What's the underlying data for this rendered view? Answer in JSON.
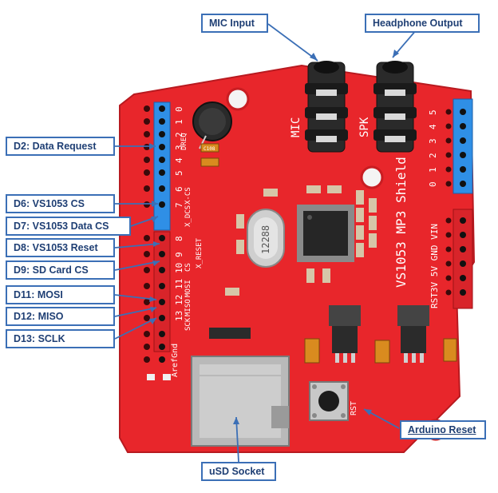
{
  "callouts": {
    "mic_input": "MIC Input",
    "headphone_output": "Headphone Output",
    "d2": "D2: Data Request",
    "d6": "D6: VS1053 CS",
    "d7": "D7: VS1053 Data CS",
    "d8": "D8: VS1053 Reset",
    "d9": "D9: SD Card CS",
    "d11": "D11: MOSI",
    "d12": "D12: MISO",
    "d13": "D13: SCLK",
    "arduino_reset": "Arduino Reset",
    "usd_socket": "uSD Socket"
  },
  "board": {
    "title": "VS1053 MP3 Shield",
    "jack_mic": "MIC",
    "jack_spk": "SPK",
    "dreq": "DREQ",
    "xcs": "X-CS",
    "xdcs": "X_DCS",
    "xreset": "X_RESET",
    "cs": "CS",
    "mosi": "MOSI",
    "miso": "MISO",
    "sck": "SCK",
    "arefgnd": "ArefGnd",
    "rst": "RST",
    "crystal": "12288",
    "power_labels": "RST3V 5V GND VIN",
    "cap_label": "C108"
  },
  "pins_left": [
    "0",
    "1",
    "2",
    "3",
    "4",
    "5",
    "6",
    "7",
    "8",
    "9",
    "10",
    "11",
    "12",
    "13"
  ],
  "pins_right": [
    "5",
    "4",
    "3",
    "2",
    "1",
    "0"
  ],
  "colors": {
    "pcb": "#e8262b",
    "pcb_dark": "#c91d22",
    "header_blue": "#2f8fe6",
    "header_red": "#d8242a",
    "callout_border": "#3b6fb6",
    "callout_text": "#1f3f74"
  }
}
